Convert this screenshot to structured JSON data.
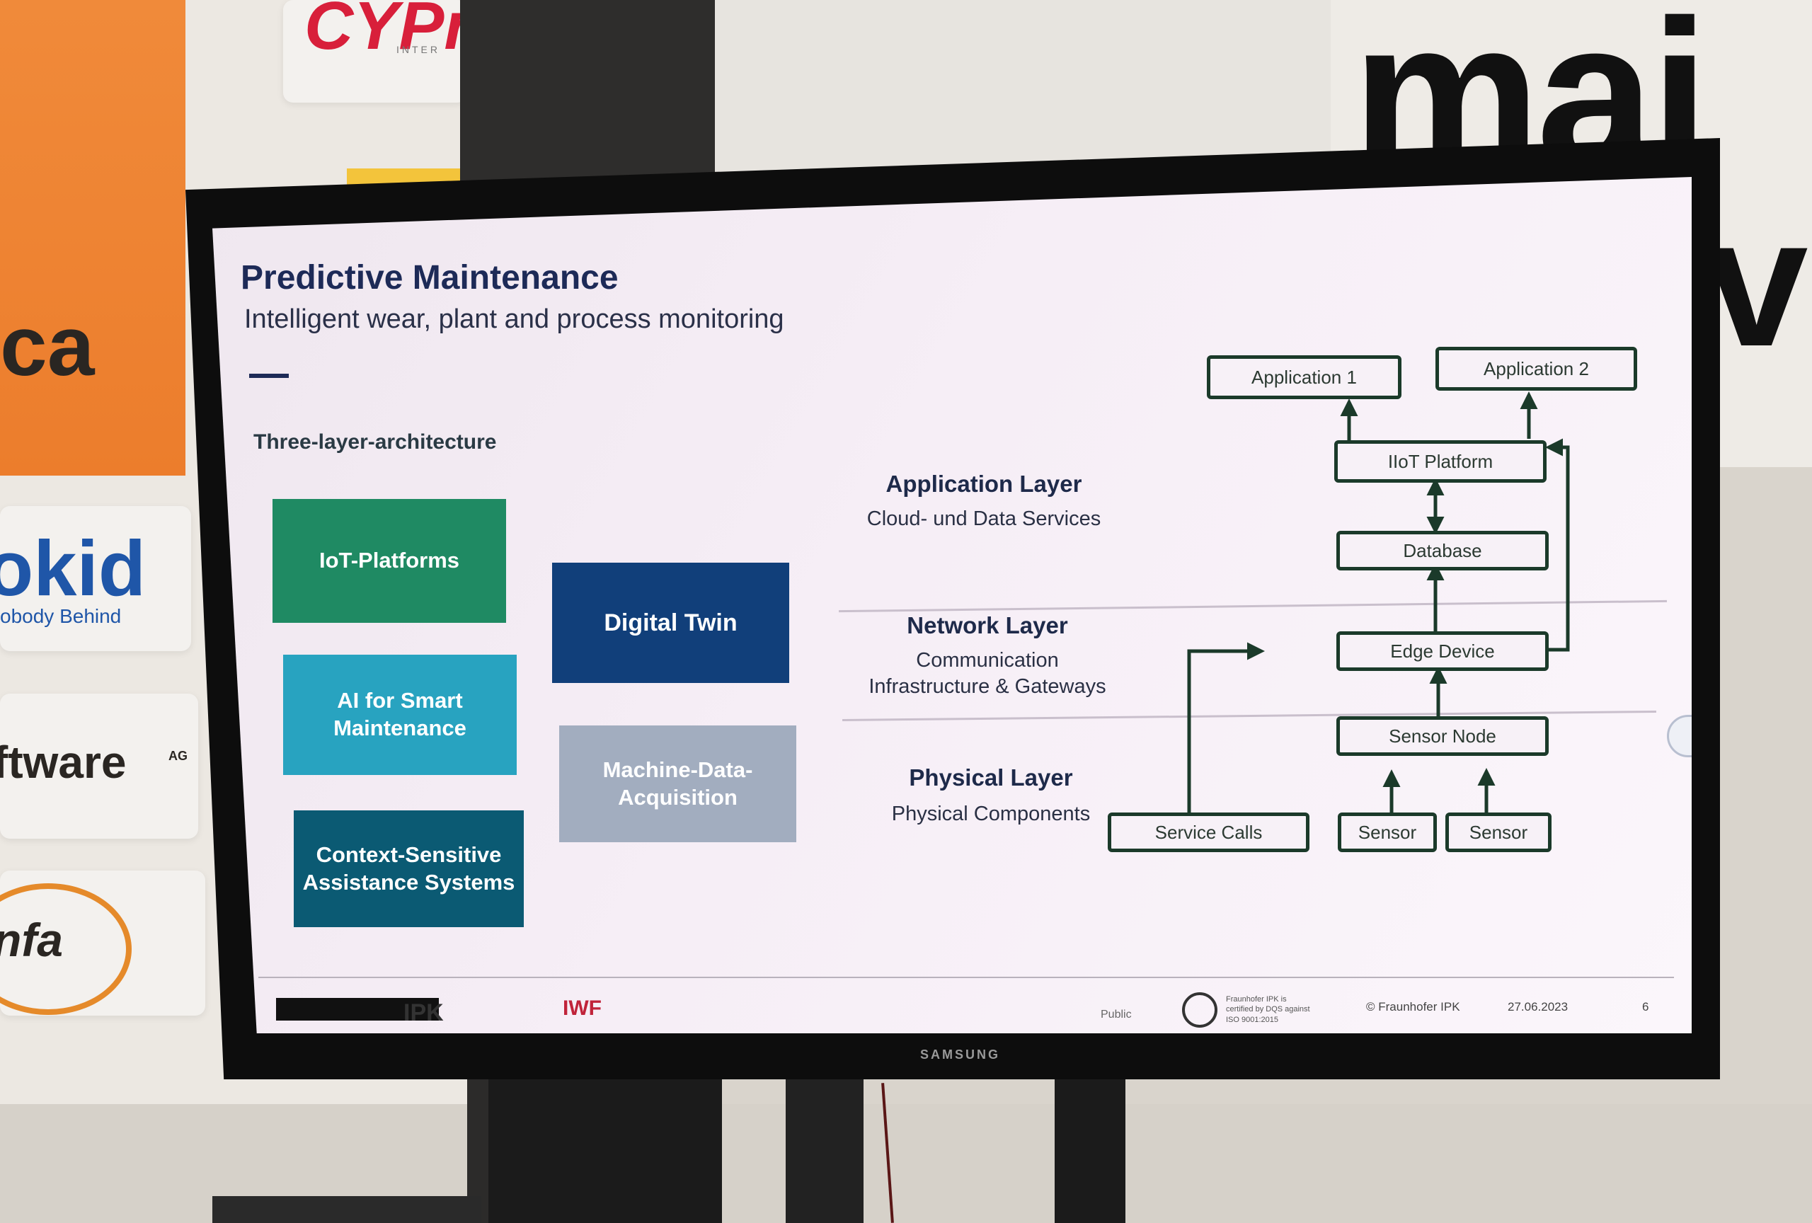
{
  "background": {
    "booth_left": {
      "orange_sign_text": "ca",
      "okid_logo": "okid",
      "okid_tagline": "obody Behind",
      "software_logo": "ftware",
      "software_suffix": "AG",
      "mfa_logo": "nfa",
      "cypro_logo": "CYPr",
      "cypro_sub": "INTER"
    },
    "booth_right": {
      "sign_text": "mai",
      "sign_text_2": "v"
    }
  },
  "tv": {
    "brand": "SAMSUNG"
  },
  "slide": {
    "title": "Predictive Maintenance",
    "subtitle": "Intelligent wear, plant and process monitoring",
    "section_label": "Three-layer-architecture",
    "tiles": {
      "iot_platforms": "IoT-Platforms",
      "ai_smart_maintenance": "AI for Smart Maintenance",
      "context_sensitive": "Context-Sensitive Assistance Systems",
      "digital_twin": "Digital Twin",
      "machine_data": "Machine-Data-Acquisition"
    },
    "layers": {
      "application_title": "Application Layer",
      "application_desc": "Cloud- und Data Services",
      "network_title": "Network Layer",
      "network_desc_1": "Communication",
      "network_desc_2": "Infrastructure & Gateways",
      "physical_title": "Physical Layer",
      "physical_desc": "Physical Components"
    },
    "nodes": {
      "application_1": "Application 1",
      "application_2": "Application 2",
      "iiot_platform": "IIoT Platform",
      "database": "Database",
      "edge_device": "Edge Device",
      "sensor_node": "Sensor Node",
      "service_calls": "Service Calls",
      "sensor_a": "Sensor",
      "sensor_b": "Sensor"
    },
    "footer": {
      "ipk_mark": "IPK",
      "iwf_logo": "IWF",
      "public_label": "Public",
      "cert_text": "Fraunhofer IPK is certified by DQS against ISO 9001:2015",
      "copyright": "© Fraunhofer IPK",
      "date": "27.06.2023",
      "page_number": "6"
    }
  },
  "colors": {
    "iot_tile": "#1f8a63",
    "ai_tile": "#28a3c0",
    "context_tile": "#0b5a73",
    "digital_twin_tile": "#113f7a",
    "machine_data_tile": "#a2adbf",
    "title_navy": "#1d2a57",
    "node_border": "#1b3a2a"
  }
}
